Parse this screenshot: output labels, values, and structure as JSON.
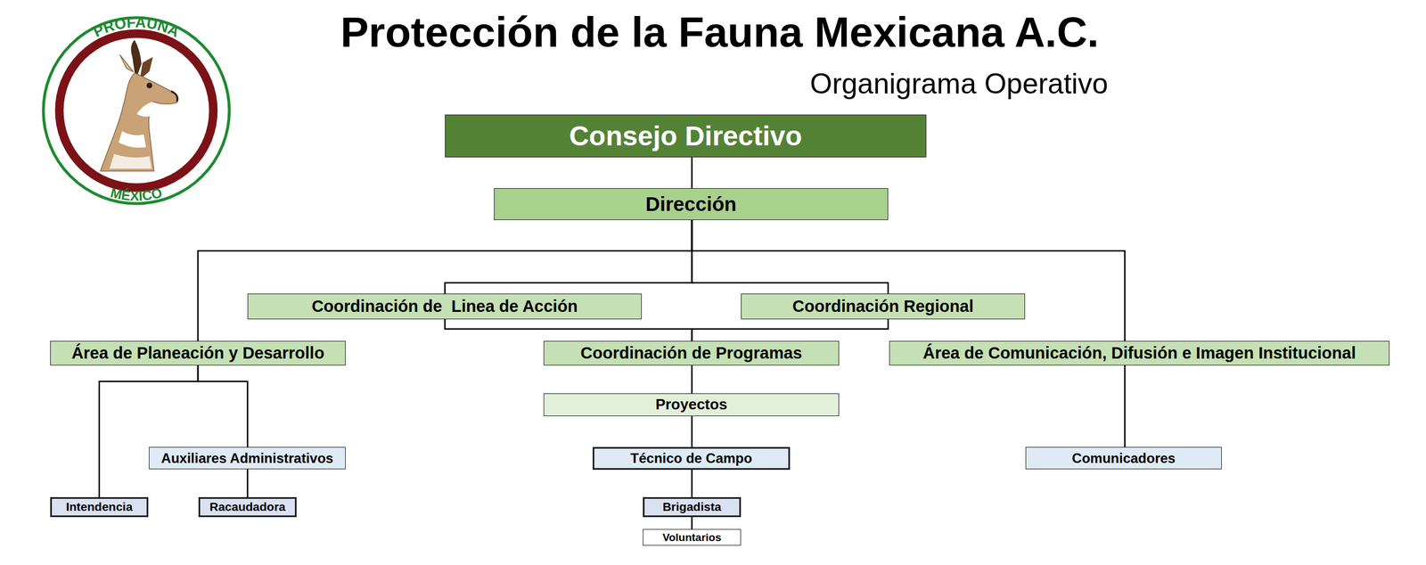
{
  "diagram": {
    "title": "Protección de la Fauna Mexicana A.C.",
    "nodes": [
      {
        "text": [
          "Consejo Directivo"
        ]
      },
      {
        "text": [
          "Dirección"
        ]
      },
      {
        "text": [
          "Coordinación de  Linea de Acción"
        ]
      },
      {
        "text": [
          "Coordinación Regional"
        ]
      },
      {
        "text": [
          "Área de Planeación y Desarrollo"
        ]
      },
      {
        "text": [
          "Coordinación de Programas"
        ]
      },
      {
        "text": [
          "Área de Comunicación, Difusión e Imagen Institucional"
        ]
      },
      {
        "text": [
          "Proyectos"
        ]
      },
      {
        "text": [
          "Auxiliares Administrativos"
        ]
      },
      {
        "text": [
          "Técnico de Campo"
        ]
      },
      {
        "text": [
          "Comunicadores"
        ]
      },
      {
        "text": [
          "Intendencia"
        ]
      },
      {
        "text": [
          "Racaudadora"
        ]
      },
      {
        "text": [
          "Brigadista"
        ]
      },
      {
        "text": [
          "Voluntarios"
        ]
      }
    ],
    "edges": [
      {
        "from": 0,
        "to": 1,
        "arrow": "none"
      },
      {
        "from": 1,
        "to": 2,
        "arrow": "none"
      },
      {
        "from": 1,
        "to": 3,
        "arrow": "none"
      },
      {
        "from": 1,
        "to": 4,
        "arrow": "none"
      },
      {
        "from": 1,
        "to": 6,
        "arrow": "none"
      },
      {
        "from": 2,
        "to": 5,
        "arrow": "none"
      },
      {
        "from": 3,
        "to": 5,
        "arrow": "none"
      },
      {
        "from": 4,
        "to": 11,
        "arrow": "none"
      },
      {
        "from": 4,
        "to": 8,
        "arrow": "none"
      },
      {
        "from": 8,
        "to": 12,
        "arrow": "none"
      },
      {
        "from": 5,
        "to": 7,
        "arrow": "none"
      },
      {
        "from": 7,
        "to": 9,
        "arrow": "none"
      },
      {
        "from": 9,
        "to": 13,
        "arrow": "none"
      },
      {
        "from": 13,
        "to": 14,
        "arrow": "none"
      },
      {
        "from": 6,
        "to": 10,
        "arrow": "none"
      }
    ],
    "labels": [
      "PROFAUNA",
      "MÉXICO",
      "Organigrama Operativo"
    ]
  }
}
